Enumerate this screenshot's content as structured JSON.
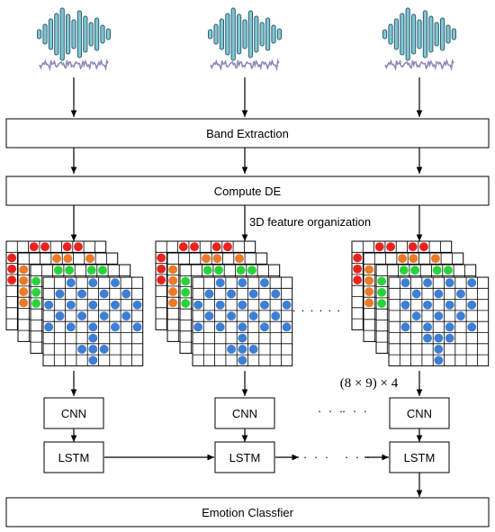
{
  "labels": {
    "band_extraction": "Band Extraction",
    "compute_de": "Compute DE",
    "feature_org": "3D feature organization",
    "shape": "(8 × 9) × 4",
    "cnn": "CNN",
    "lstm": "LSTM",
    "classifier": "Emotion Classfier",
    "ellipsis_grid": "· · · · · ·",
    "ellipsis_mid": "· · ·"
  },
  "colors": {
    "wave": "#7fc6d2",
    "wave_stroke": "#2f5f72",
    "noise": "#8d8ab8",
    "red": "#e8231f",
    "orange": "#ec7a26",
    "green": "#28d33a",
    "blue": "#3d7fd4"
  },
  "icons": [
    "eeg-signal-icon",
    "eeg-signal-icon",
    "eeg-signal-icon"
  ]
}
